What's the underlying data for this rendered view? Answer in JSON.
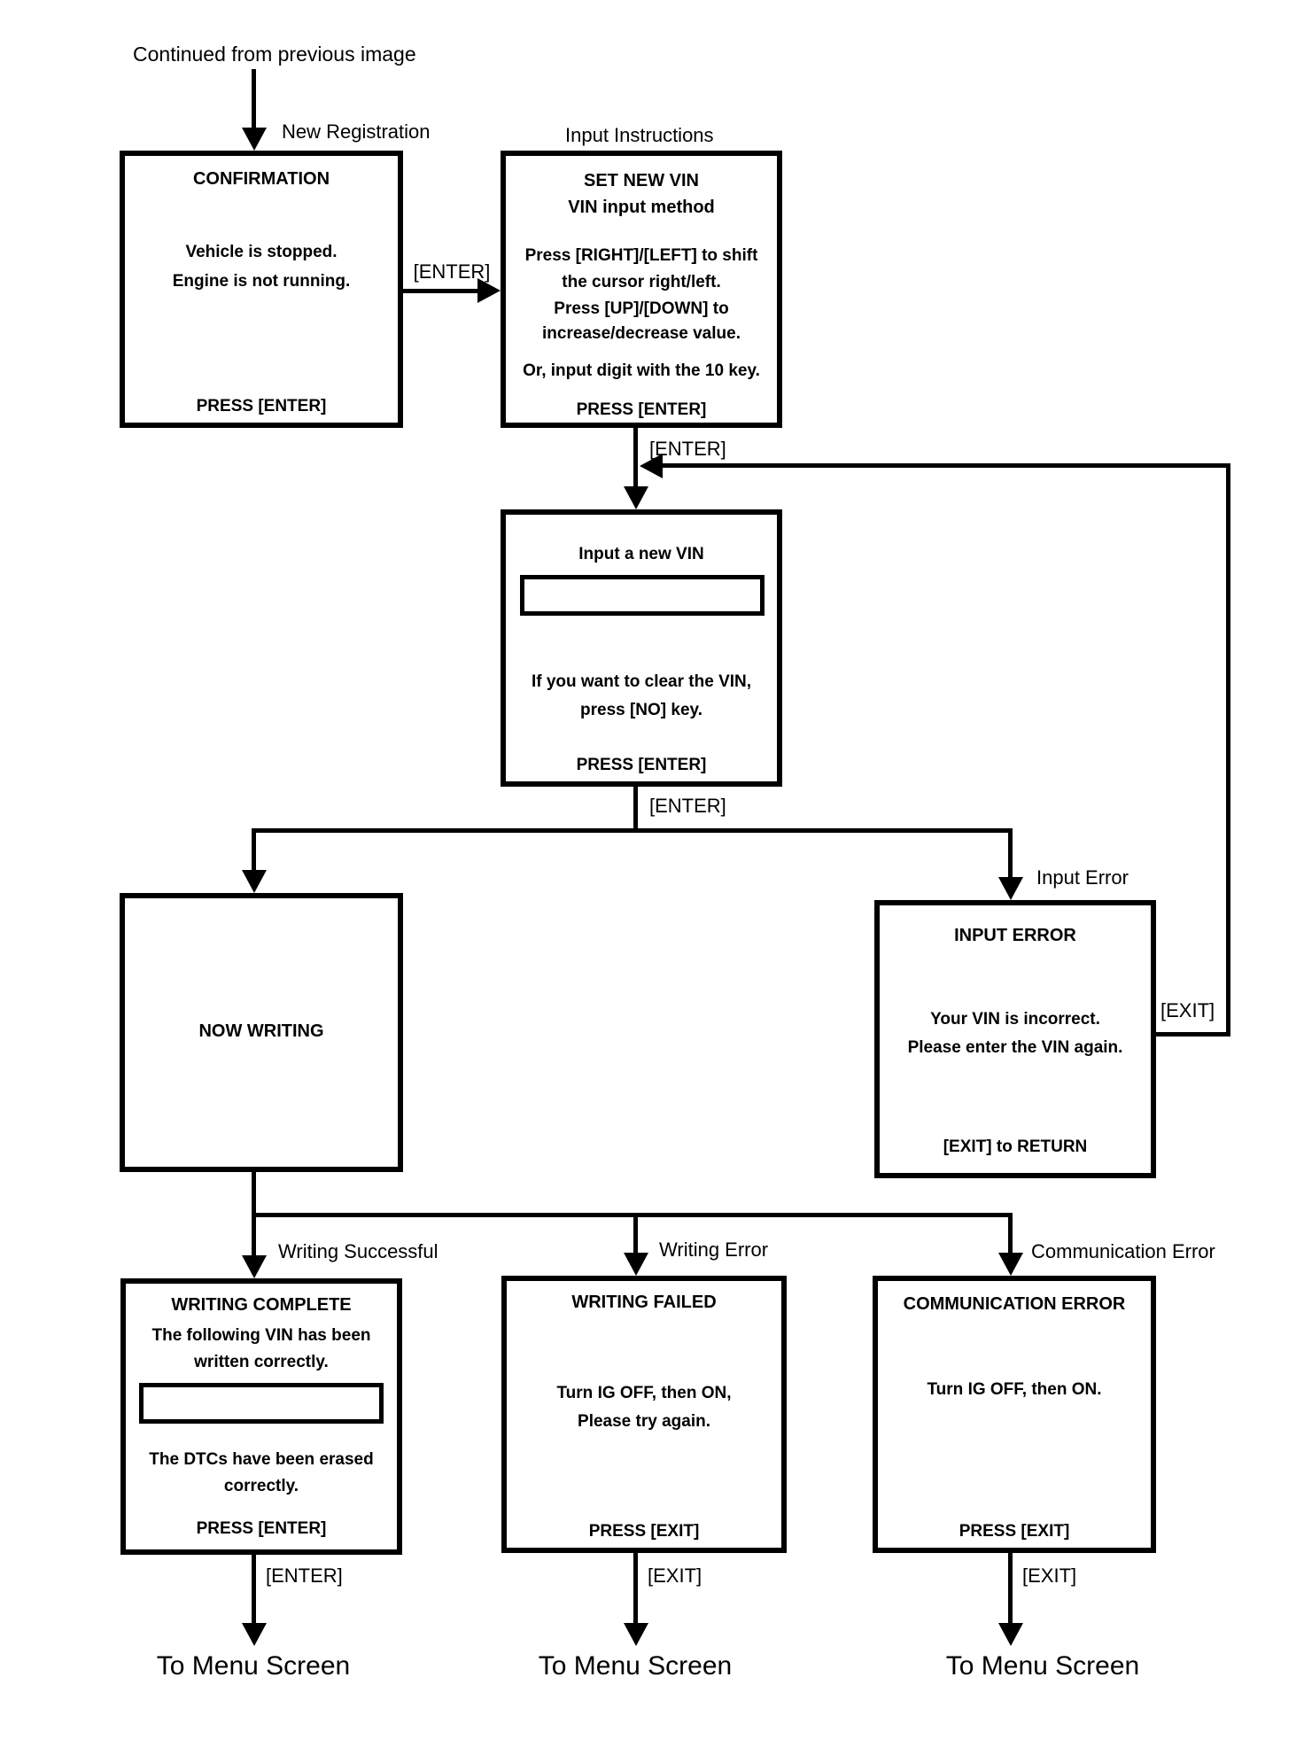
{
  "colors": {
    "line": "#000000",
    "background": "#ffffff",
    "text": "#000000"
  },
  "labels": {
    "continued_from": "Continued from previous image",
    "enter": "[ENTER]",
    "exit": "[EXIT]",
    "to_menu_screen": "To Menu Screen"
  },
  "branch_labels": {
    "new_registration": "New Registration",
    "input_instructions": "Input Instructions",
    "input_error": "Input Error",
    "writing_successful": "Writing Successful",
    "writing_error": "Writing Error",
    "communication_error": "Communication Error"
  },
  "boxes": {
    "confirmation": {
      "title": "CONFIRMATION",
      "lines": [
        "Vehicle is stopped.",
        "Engine is not running."
      ],
      "footer": "PRESS [ENTER]"
    },
    "input_instructions": {
      "title_lines": [
        "SET NEW VIN",
        "VIN input method"
      ],
      "lines": [
        "Press [RIGHT]/[LEFT] to shift",
        "the cursor right/left.",
        "Press [UP]/[DOWN] to",
        "increase/decrease value."
      ],
      "alt_line": "Or, input digit with the 10 key.",
      "footer": "PRESS [ENTER]"
    },
    "input_vin": {
      "heading": "Input a new VIN",
      "vin_field_value": "",
      "lines": [
        "If you want to clear the VIN,",
        "press [NO] key."
      ],
      "footer": "PRESS [ENTER]"
    },
    "now_writing": {
      "title": "NOW WRITING"
    },
    "input_error": {
      "title": "INPUT ERROR",
      "lines": [
        "Your VIN is incorrect.",
        "Please enter the VIN again."
      ],
      "footer": "[EXIT] to RETURN"
    },
    "writing_complete": {
      "title": "WRITING COMPLETE",
      "lines": [
        "The following VIN has been",
        "written correctly."
      ],
      "vin_field_value": "",
      "lines2": [
        "The DTCs have been erased",
        "correctly."
      ],
      "footer": "PRESS [ENTER]"
    },
    "writing_failed": {
      "title": "WRITING FAILED",
      "lines": [
        "Turn IG OFF, then ON,",
        "Please try again."
      ],
      "footer": "PRESS [EXIT]"
    },
    "communication_error": {
      "title": "COMMUNICATION ERROR",
      "lines": [
        "Turn IG OFF, then ON."
      ],
      "footer": "PRESS [EXIT]"
    }
  }
}
